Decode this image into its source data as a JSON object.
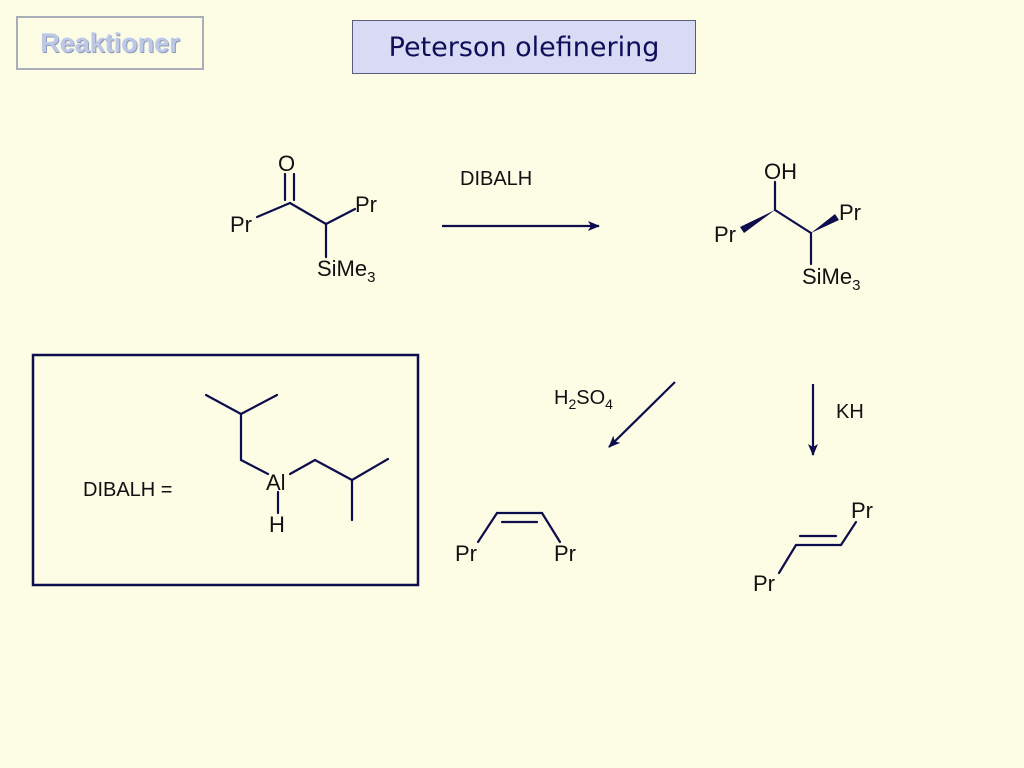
{
  "nav": {
    "label": "Reaktioner"
  },
  "title": "Peterson olefinering",
  "labels": {
    "o": "O",
    "pr": "Pr",
    "si": "SiMe",
    "sub3": "3",
    "oh": "OH",
    "reagent1": "DIBALH",
    "reagent2_a": "H",
    "reagent2_sub2": "2",
    "reagent2_b": "SO",
    "reagent2_sub4": "4",
    "reagent3": "KH",
    "dibalh_eq": "DIBALH =",
    "al": "Al",
    "h": "H"
  },
  "colors": {
    "bond": "#0d0d4d",
    "arrow": "#0d0d4d",
    "text": "#111111",
    "background": "#fdfce5"
  }
}
